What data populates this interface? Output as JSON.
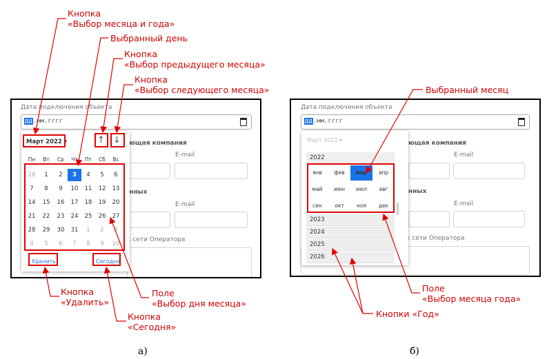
{
  "annotations": {
    "month_year_btn": [
      "Кнопка",
      "«Выбор месяца и года»"
    ],
    "selected_day": "Выбранный день",
    "prev_month": [
      "Кнопка",
      "«Выбор предыдущего месяца»"
    ],
    "next_month": [
      "Кнопка",
      "«Выбор следующего месяца»"
    ],
    "delete_btn": [
      "Кнопка",
      "«Удалить»"
    ],
    "day_field": [
      "Поле",
      "«Выбор дня месяца»"
    ],
    "today_btn": [
      "Кнопка",
      "«Сегодня»"
    ],
    "selected_month": "Выбранный месяц",
    "month_field": [
      "Поле",
      "«Выбор месяца года»"
    ],
    "year_buttons": "Кнопки «Год»"
  },
  "captions": {
    "a": "а)",
    "b": "б)"
  },
  "form": {
    "date_label": "Дата подключения объекта",
    "date_placeholder_dd": "дд",
    "date_placeholder_rest": ".мм.гггг",
    "section1": "ющая компания",
    "email1": "E-mail",
    "section2": "нных",
    "email2": "E-mail",
    "section3": "к сети Оператора"
  },
  "calendar": {
    "month_year": "Март 2022 ▾",
    "prev_icon": "↑",
    "next_icon": "↓",
    "weekdays": [
      "Пн",
      "Вт",
      "Ср",
      "Чт",
      "Пт",
      "Сб",
      "Вс"
    ],
    "weeks": [
      [
        "28",
        "1",
        "2",
        "3",
        "4",
        "5",
        "6"
      ],
      [
        "7",
        "8",
        "9",
        "10",
        "11",
        "12",
        "13"
      ],
      [
        "14",
        "15",
        "16",
        "17",
        "18",
        "19",
        "20"
      ],
      [
        "21",
        "22",
        "23",
        "24",
        "25",
        "26",
        "27"
      ],
      [
        "28",
        "29",
        "30",
        "31",
        "1",
        "2",
        "3"
      ],
      [
        "4",
        "5",
        "6",
        "7",
        "8",
        "9",
        "10"
      ]
    ],
    "selected_day": "3",
    "delete": "Удалить",
    "today": "Сегодня"
  },
  "month_picker": {
    "header": "Март 2022 ▾",
    "current_year": "2022",
    "months": [
      "янв",
      "фев",
      "мар",
      "апр",
      "май",
      "июн",
      "июл",
      "авг",
      "сен",
      "окт",
      "ноя",
      "дек"
    ],
    "selected_month": "мар",
    "other_years": [
      "2023",
      "2024",
      "2025",
      "2026"
    ]
  },
  "colors": {
    "accent": "#1a73e8",
    "annotation": "#e00000"
  }
}
